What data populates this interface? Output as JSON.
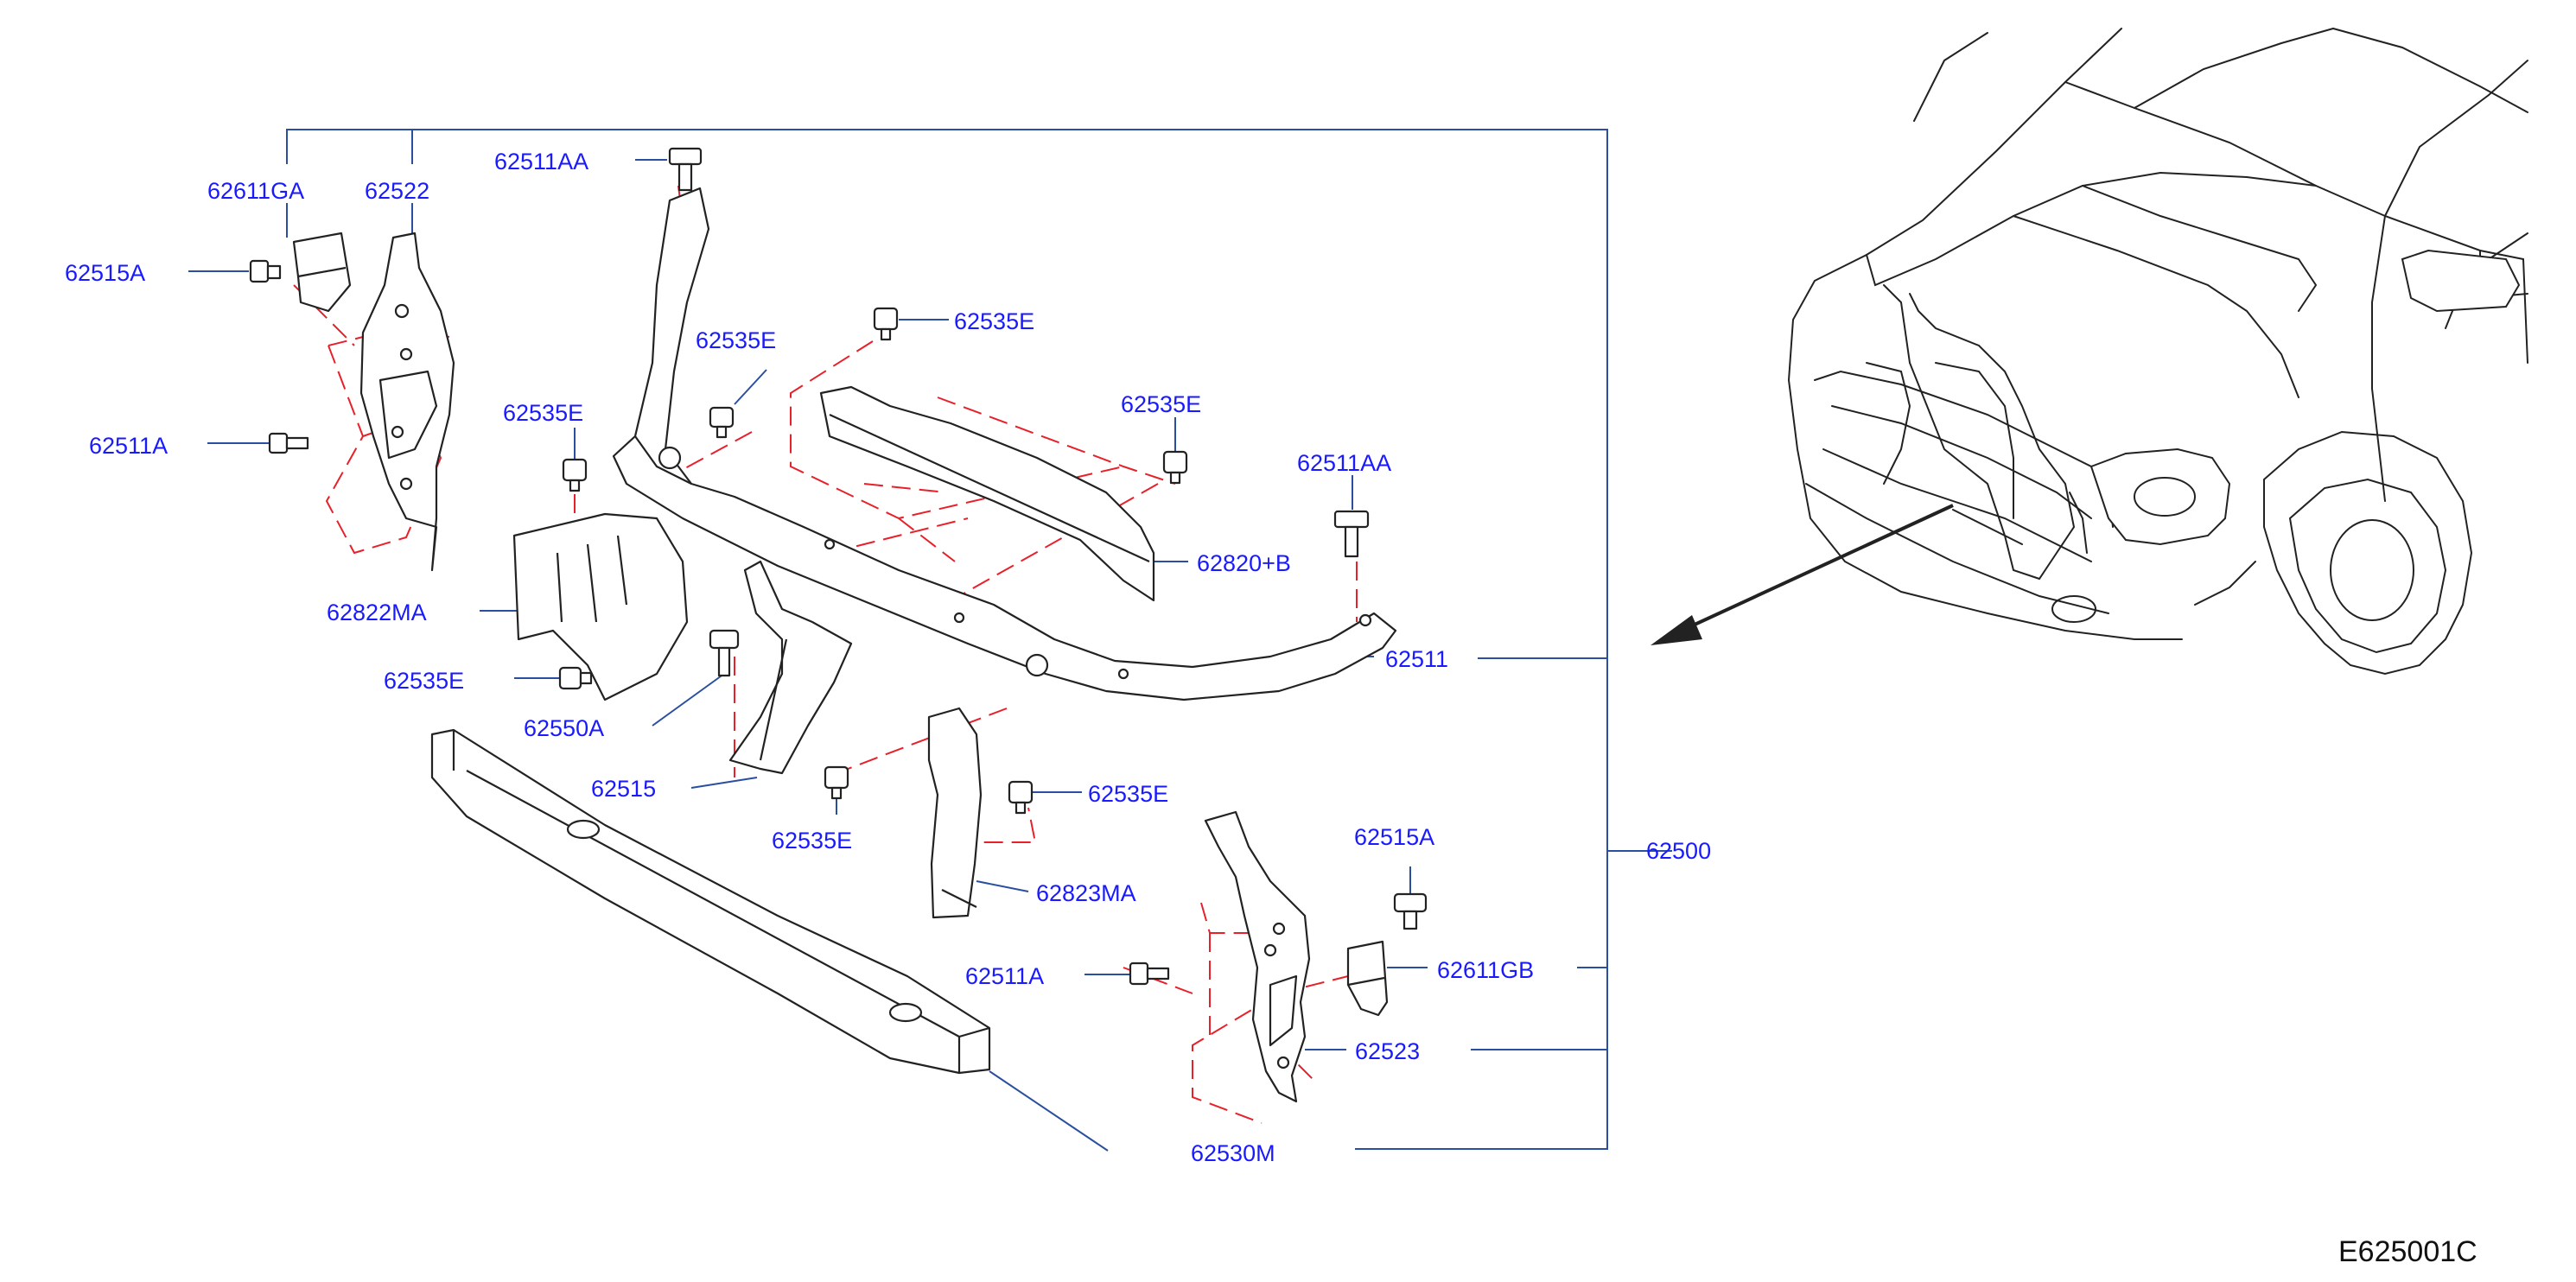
{
  "colors": {
    "label": "#1a1aff",
    "leader": "#2a4fa0",
    "dashed": "#e8202a",
    "outline": "#222222",
    "code": "#111111"
  },
  "labels": {
    "62611GA": "62611GA",
    "62522": "62522",
    "62515A_left": "62515A",
    "62511A_left": "62511A",
    "62511AA_top": "62511AA",
    "62535E_upper_mid": "62535E",
    "62535E_left_clip": "62535E",
    "62535E_top_right": "62535E",
    "62535E_right": "62535E",
    "62511AA_right": "62511AA",
    "62820_B": "62820+B",
    "62822MA": "62822MA",
    "62535E_lower_left": "62535E",
    "62550A": "62550A",
    "62511": "62511",
    "62515": "62515",
    "62535E_bottom_mid": "62535E",
    "62535E_bottom_right": "62535E",
    "62823MA": "62823MA",
    "62515A_right": "62515A",
    "62500": "62500",
    "62511A_right": "62511A",
    "62611GB": "62611GB",
    "62523": "62523",
    "62530M": "62530M"
  },
  "diagram_code": "E625001C"
}
